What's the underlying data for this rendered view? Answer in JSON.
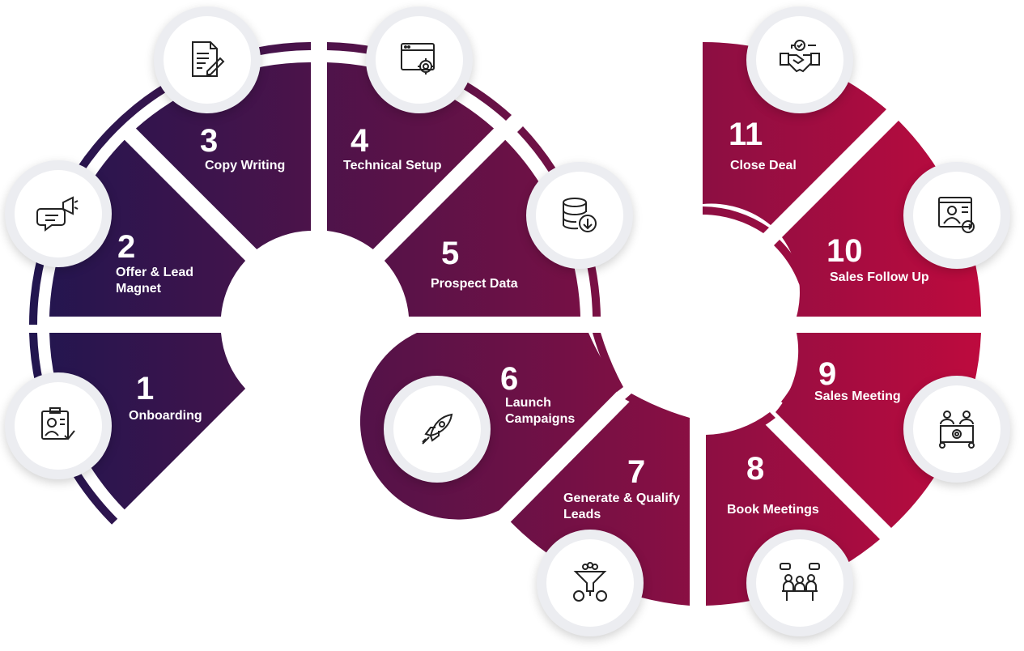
{
  "colors": {
    "start": "#1d1650",
    "middle": "#6a1146",
    "end": "#c50a3d",
    "icon_ring": "#ecedf1"
  },
  "steps": [
    {
      "number": "1",
      "label": "Onboarding",
      "icon": "onboarding-id-card-icon"
    },
    {
      "number": "2",
      "label_line1": "Offer & Lead",
      "label_line2": "Magnet",
      "icon": "megaphone-chat-icon"
    },
    {
      "number": "3",
      "label": "Copy Writing",
      "icon": "document-pencil-icon"
    },
    {
      "number": "4",
      "label": "Technical Setup",
      "icon": "browser-gear-icon"
    },
    {
      "number": "5",
      "label": "Prospect Data",
      "icon": "database-download-icon"
    },
    {
      "number": "6",
      "label_line1": "Launch",
      "label_line2": "Campaigns",
      "icon": "rocket-icon"
    },
    {
      "number": "7",
      "label_line1": "Generate & Qualify",
      "label_line2": "Leads",
      "icon": "funnel-dollar-icon"
    },
    {
      "number": "8",
      "label": "Book Meetings",
      "icon": "meeting-table-icon"
    },
    {
      "number": "9",
      "label": "Sales Meeting",
      "icon": "presentation-team-icon"
    },
    {
      "number": "10",
      "label": "Sales Follow Up",
      "icon": "video-profile-icon"
    },
    {
      "number": "11",
      "label": "Close Deal",
      "icon": "handshake-icon"
    }
  ]
}
